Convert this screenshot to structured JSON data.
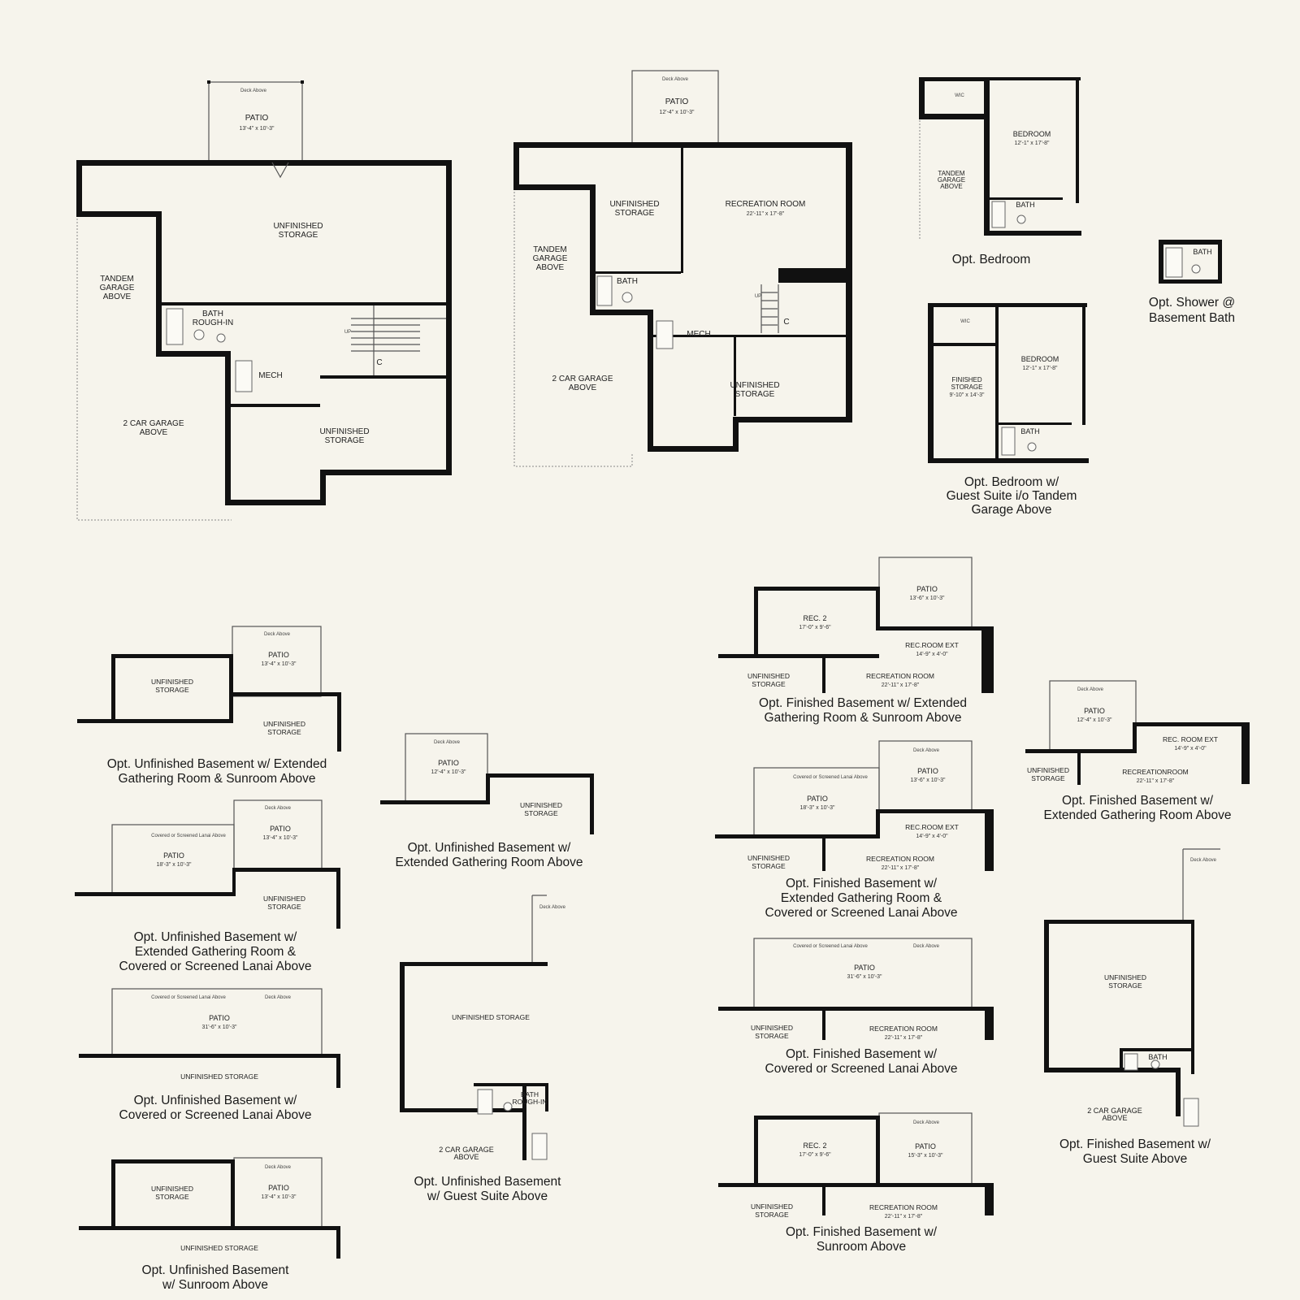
{
  "main_plan": {
    "patio": "PATIO",
    "patio_dim": "13'-4\" x 10'-3\"",
    "deck": "Deck Above",
    "storage_top": [
      "UNFINISHED",
      "STORAGE"
    ],
    "tandem": [
      "TANDEM",
      "GARAGE",
      "ABOVE"
    ],
    "bath": [
      "BATH",
      "ROUGH-IN"
    ],
    "mech": "MECH",
    "up": "UP",
    "closet": "C",
    "garage": [
      "2 CAR GARAGE",
      "ABOVE"
    ],
    "storage_bottom": [
      "UNFINISHED",
      "STORAGE"
    ]
  },
  "finished_plan": {
    "patio": "PATIO",
    "patio_dim": "12'-4\" x 10'-3\"",
    "deck": "Deck Above",
    "storage_top": [
      "UNFINISHED",
      "STORAGE"
    ],
    "rec": "RECREATION ROOM",
    "rec_dim": "22'-11\" x 17'-8\"",
    "tandem": [
      "TANDEM",
      "GARAGE",
      "ABOVE"
    ],
    "bath": "BATH",
    "mech": "MECH",
    "up": "UP",
    "closet": "C",
    "garage": [
      "2 CAR GARAGE",
      "ABOVE"
    ],
    "storage_bottom": [
      "UNFINISHED",
      "STORAGE"
    ]
  },
  "opt_bedroom": {
    "wic": "WIC",
    "tandem": [
      "TANDEM",
      "GARAGE",
      "ABOVE"
    ],
    "bedroom": "BEDROOM",
    "bedroom_dim": "12'-1\" x 17'-8\"",
    "bath": "BATH",
    "caption": "Opt. Bedroom"
  },
  "opt_shower": {
    "bath": "BATH",
    "caption": [
      "Opt. Shower @",
      "Basement Bath"
    ]
  },
  "opt_bedroom_suite": {
    "wic": "WIC",
    "storage": [
      "FINISHED",
      "STORAGE"
    ],
    "storage_dim": "9'-10\" x 14'-3\"",
    "bedroom": "BEDROOM",
    "bedroom_dim": "12'-1\" x 17'-8\"",
    "bath": "BATH",
    "caption": [
      "Opt. Bedroom w/",
      "Guest Suite i/o Tandem",
      "Garage Above"
    ]
  },
  "unf_ext_sunroom": {
    "storage": [
      "UNFINISHED",
      "STORAGE"
    ],
    "patio": "PATIO",
    "patio_dim": "13'-4\" x 10'-3\"",
    "deck": "Deck Above",
    "storage2": [
      "UNFINISHED",
      "STORAGE"
    ],
    "caption": [
      "Opt. Unfinished Basement w/ Extended",
      "Gathering Room & Sunroom Above"
    ]
  },
  "unf_ext_lanai": {
    "lanai": "Covered or Screened Lanai Above",
    "patio_left": "PATIO",
    "patio_left_dim": "18'-3\" x 10'-3\"",
    "patio": "PATIO",
    "patio_dim": "13'-4\" x 10'-3\"",
    "deck": "Deck Above",
    "storage": [
      "UNFINISHED",
      "STORAGE"
    ],
    "caption": [
      "Opt. Unfinished Basement w/",
      "Extended Gathering Room &",
      "Covered or Screened Lanai Above"
    ]
  },
  "unf_lanai": {
    "lanai": "Covered or Screened Lanai Above",
    "deck": "Deck Above",
    "patio": "PATIO",
    "patio_dim": "31'-6\" x 10'-3\"",
    "storage": "UNFINISHED STORAGE",
    "caption": [
      "Opt. Unfinished Basement w/",
      "Covered or Screened Lanai Above"
    ]
  },
  "unf_sunroom": {
    "storage": [
      "UNFINISHED",
      "STORAGE"
    ],
    "patio": "PATIO",
    "patio_dim": "13'-4\" x 10'-3\"",
    "deck": "Deck Above",
    "storage2": "UNFINISHED STORAGE",
    "caption": [
      "Opt. Unfinished Basement",
      "w/ Sunroom Above"
    ]
  },
  "unf_ext_gathering": {
    "patio": "PATIO",
    "patio_dim": "12'-4\" x 10'-3\"",
    "deck": "Deck Above",
    "storage": [
      "UNFINISHED",
      "STORAGE"
    ],
    "caption": [
      "Opt. Unfinished Basement w/",
      "Extended Gathering Room Above"
    ]
  },
  "unf_guest_suite": {
    "deck": "Deck Above",
    "storage": "UNFINISHED STORAGE",
    "bath": [
      "BATH",
      "ROUGH-IN"
    ],
    "garage": [
      "2 CAR GARAGE",
      "ABOVE"
    ],
    "caption": [
      "Opt. Unfinished Basement",
      "w/ Guest Suite Above"
    ]
  },
  "fin_ext_sunroom": {
    "rec2": "REC. 2",
    "rec2_dim": "17'-0\" x 9'-6\"",
    "patio": "PATIO",
    "patio_dim": "13'-6\" x 10'-3\"",
    "rec_ext": "REC.ROOM EXT",
    "rec_ext_dim": "14'-9\" x 4'-0\"",
    "storage": [
      "UNFINISHED",
      "STORAGE"
    ],
    "rec": "RECREATION ROOM",
    "rec_dim": "22'-11\" x 17'-8\"",
    "caption": [
      "Opt. Finished Basement w/ Extended",
      "Gathering Room & Sunroom Above"
    ]
  },
  "fin_ext_gathering": {
    "deck": "Deck Above",
    "patio": "PATIO",
    "patio_dim": "12'-4\" x 10'-3\"",
    "rec_ext": "REC. ROOM EXT",
    "rec_ext_dim": "14'-9\" x 4'-0\"",
    "storage": [
      "UNFINISHED",
      "STORAGE"
    ],
    "rec": "RECREATIONROOM",
    "rec_dim": "22'-11\" x 17'-8\"",
    "caption": [
      "Opt. Finished Basement w/",
      "Extended Gathering Room Above"
    ]
  },
  "fin_ext_lanai": {
    "lanai": "Covered or Screened Lanai Above",
    "deck": "Deck Above",
    "patio_left": "PATIO",
    "patio_left_dim": "18'-3\" x 10'-3\"",
    "patio": "PATIO",
    "patio_dim": "13'-6\" x 10'-3\"",
    "rec_ext": "REC.ROOM EXT",
    "rec_ext_dim": "14'-9\" x 4'-0\"",
    "storage": [
      "UNFINISHED",
      "STORAGE"
    ],
    "rec": "RECREATION ROOM",
    "rec_dim": "22'-11\" x 17'-8\"",
    "caption": [
      "Opt. Finished Basement w/",
      "Extended Gathering Room &",
      "Covered or Screened Lanai Above"
    ]
  },
  "fin_lanai": {
    "lanai": "Covered or Screened Lanai Above",
    "deck": "Deck Above",
    "patio": "PATIO",
    "patio_dim": "31'-6\" x 10'-3\"",
    "storage": [
      "UNFINISHED",
      "STORAGE"
    ],
    "rec": "RECREATION ROOM",
    "rec_dim": "22'-11\" x 17'-8\"",
    "caption": [
      "Opt. Finished Basement w/",
      "Covered or Screened Lanai Above"
    ]
  },
  "fin_sunroom": {
    "rec2": "REC. 2",
    "rec2_dim": "17'-0\" x 9'-6\"",
    "patio": "PATIO",
    "patio_dim": "15'-3\" x 10'-3\"",
    "deck": "Deck Above",
    "storage": [
      "UNFINISHED",
      "STORAGE"
    ],
    "rec": "RECREATION ROOM",
    "rec_dim": "22'-11\" x 17'-8\"",
    "caption": [
      "Opt. Finished Basement w/",
      "Sunroom Above"
    ]
  },
  "fin_guest_suite": {
    "deck": "Deck Above",
    "storage": [
      "UNFINISHED",
      "STORAGE"
    ],
    "bath": "BATH",
    "garage": [
      "2 CAR GARAGE",
      "ABOVE"
    ],
    "caption": [
      "Opt. Finished Basement w/",
      "Guest Suite Above"
    ]
  }
}
